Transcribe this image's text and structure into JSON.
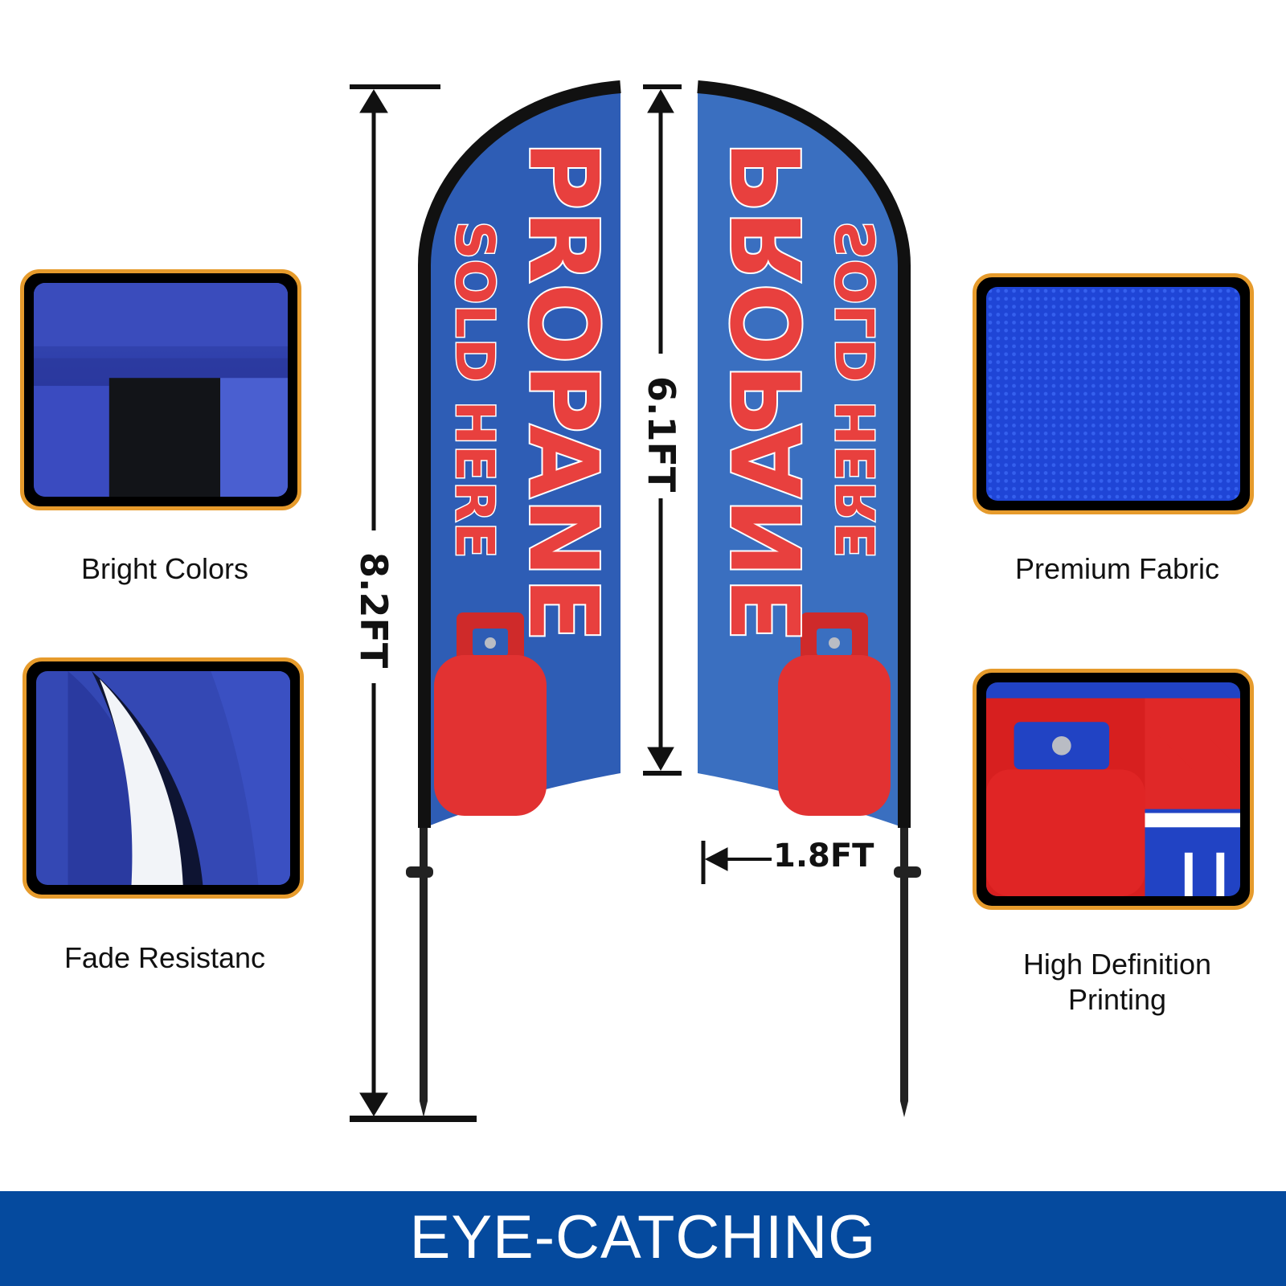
{
  "features": {
    "bright_colors": "Bright Colors",
    "fade_resistance": "Fade Resistanc",
    "premium_fabric": "Premium Fabric",
    "hd_printing_line1": "High Definition",
    "hd_printing_line2": "Printing"
  },
  "dimensions": {
    "total_height": "8.2FT",
    "flag_height": "6.1FT",
    "flag_width": "1.8FT"
  },
  "flag": {
    "headline": "PROPANE",
    "subline": "SOLD HERE"
  },
  "banner": {
    "text": "EYE-CATCHING"
  },
  "colors": {
    "accent_border": "#e69b2c",
    "banner_blue": "#054a9e",
    "flag_blue": "#2e5db5",
    "flag_red": "#e8403e"
  }
}
